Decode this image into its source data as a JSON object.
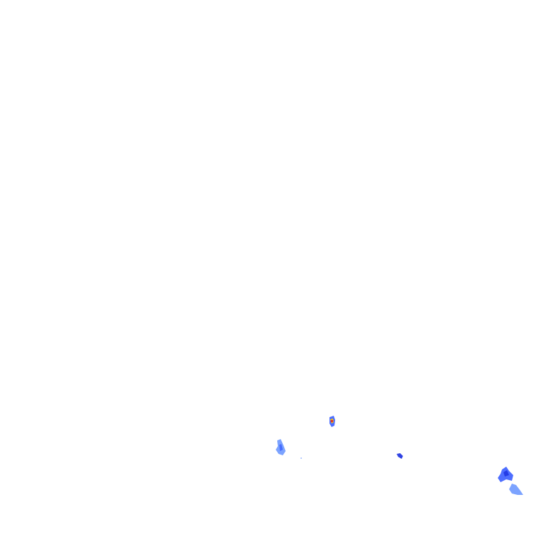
{
  "map": {
    "layer": "precipitation-radar-overlay",
    "background_color": "#ffffff",
    "intensity_colors": {
      "light": "#5b8cff",
      "moderate": "#2f55ff",
      "heavy": "#1a2fe0",
      "core_yellow": "#ffd400",
      "core_red": "#e0302a"
    },
    "echo_levels": [
      {
        "name": "echo-cell-center-small",
        "intensity": "heavy-with-core"
      },
      {
        "name": "echo-cell-left",
        "intensity": "light"
      },
      {
        "name": "echo-cell-center-right",
        "intensity": "moderate"
      },
      {
        "name": "echo-cell-far-right",
        "intensity": "moderate"
      },
      {
        "name": "echo-cell-far-right-tail",
        "intensity": "light"
      }
    ]
  }
}
